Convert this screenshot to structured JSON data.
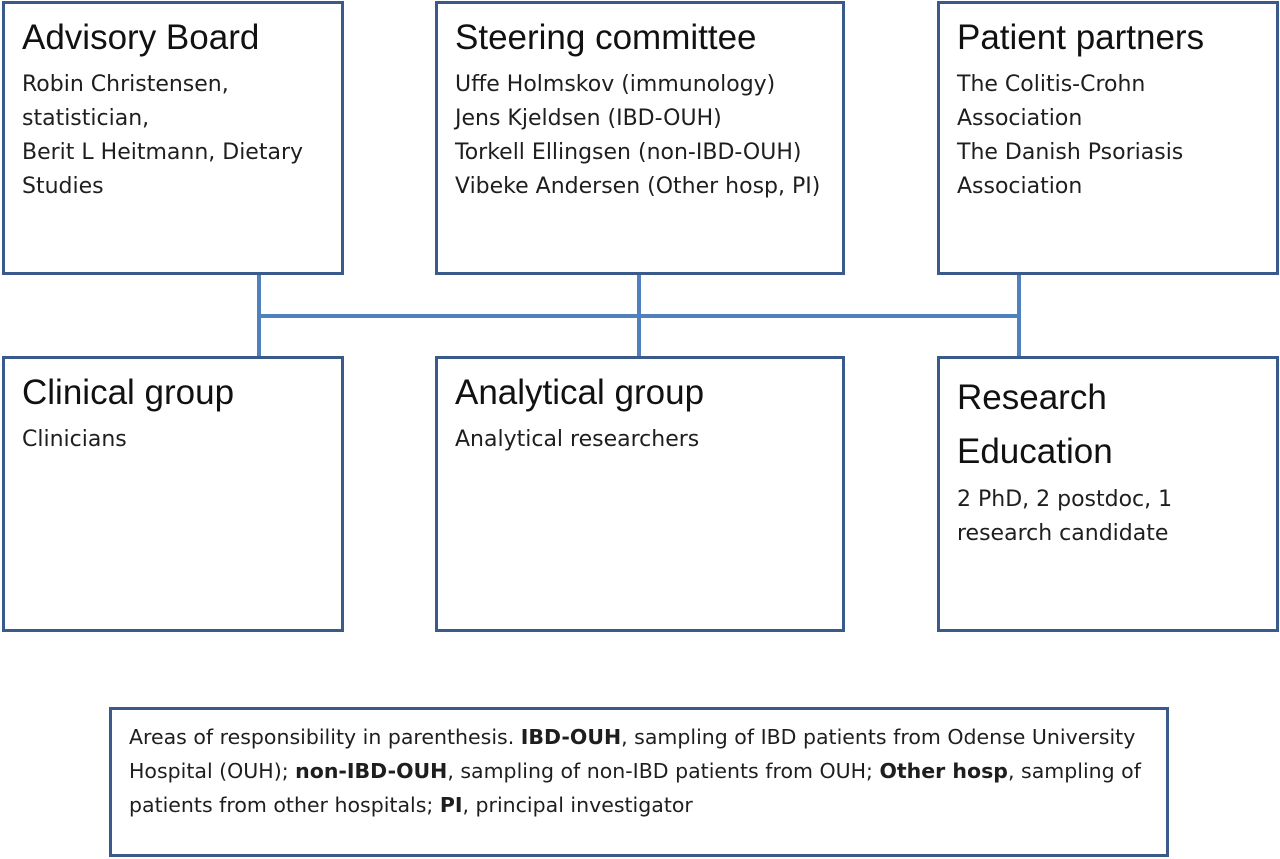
{
  "boxes": {
    "advisory": {
      "title": "Advisory Board",
      "lines": [
        "Robin Christensen,",
        "statistician,",
        "Berit L Heitmann, Dietary",
        "Studies"
      ]
    },
    "steering": {
      "title": "Steering committee",
      "lines": [
        "Uffe Holmskov (immunology)",
        "Jens Kjeldsen (IBD-OUH)",
        "Torkell Ellingsen (non-IBD-OUH)",
        "Vibeke Andersen (Other hosp, PI)"
      ]
    },
    "patient": {
      "title": "Patient partners",
      "lines": [
        "The Colitis-Crohn",
        "Association",
        "The Danish Psoriasis",
        "Association"
      ]
    },
    "clinical": {
      "title": "Clinical group",
      "lines": [
        "Clinicians"
      ]
    },
    "analytical": {
      "title": "Analytical group",
      "lines": [
        "Analytical researchers"
      ]
    },
    "research": {
      "title_1": "Research",
      "title_2": "Education",
      "lines": [
        "2 PhD, 2 postdoc, 1",
        "research candidate"
      ]
    }
  },
  "note": {
    "p1": "Areas of responsibility in parenthesis. ",
    "b1": "IBD-OUH",
    "p2": ",  sampling of IBD patients from Odense University Hospital (OUH); ",
    "b2": "non-IBD-OUH",
    "p3": ", sampling of non-IBD patients from OUH; ",
    "b3": "Other hosp",
    "p4": ", sampling of patients from other hospitals; ",
    "b4": "PI",
    "p5": ", principal investigator"
  },
  "colors": {
    "box_border": "#3a5a8c",
    "connector": "#4f81bd"
  }
}
